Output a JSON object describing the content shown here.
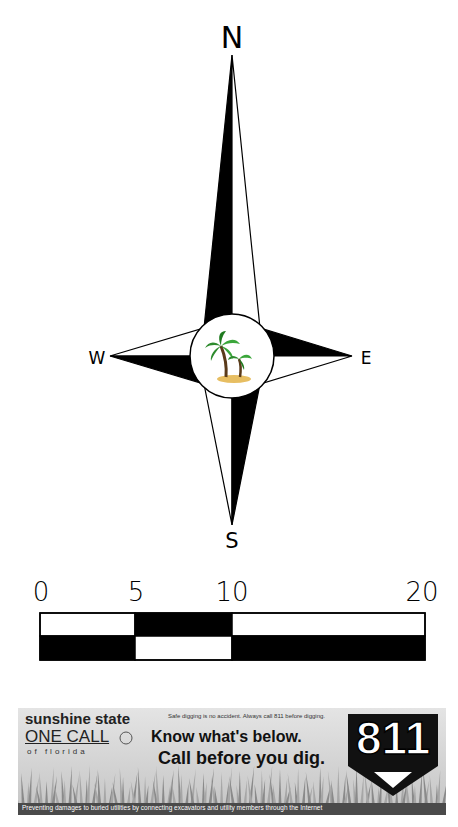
{
  "diagram": {
    "nodes": [
      {
        "text": [
          "sunshine state",
          "ONE CALL",
          "of florida",
          "Safe digging is no accident. Always call 811 before digging.",
          "Know what's below.",
          "Call before you dig.",
          "811",
          "Preventing damages to buried utilities by connecting excavators and utility members through the Internet"
        ]
      }
    ],
    "labels": [
      "N",
      "W",
      "E",
      "S",
      "0",
      "5",
      "10",
      "20"
    ]
  }
}
